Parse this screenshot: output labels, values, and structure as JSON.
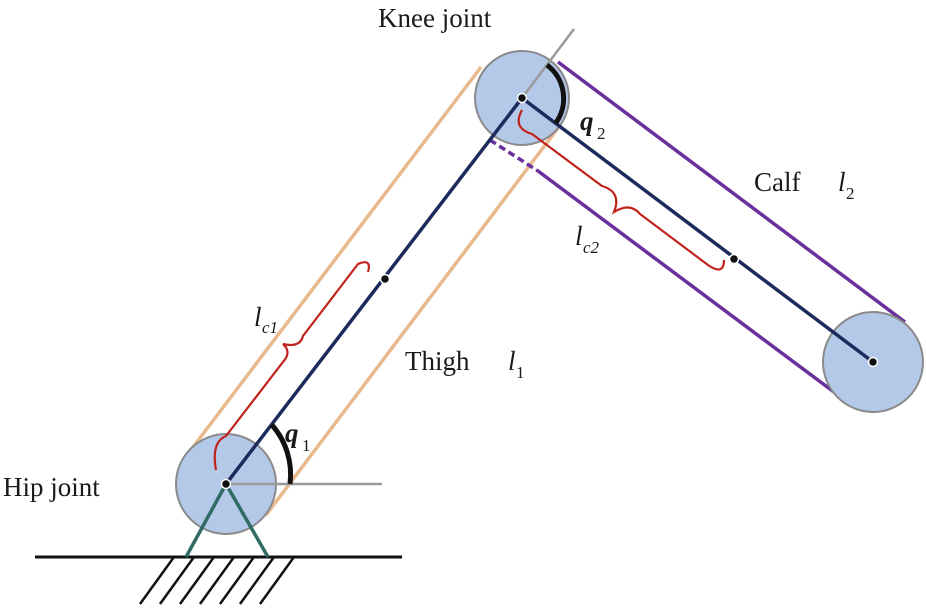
{
  "labels": {
    "knee_joint": "Knee joint",
    "hip_joint": "Hip joint",
    "thigh": "Thigh",
    "calf": "Calf",
    "l_symbol": "l",
    "q_symbol": "q",
    "sub_1": "1",
    "sub_2": "2",
    "sub_c1": "c1",
    "sub_c2": "c2"
  },
  "colors": {
    "link_axis": "#1c2a5c",
    "thigh_outline": "#e8b98c",
    "calf_outline": "#6a2f9a",
    "com_bracket": "#c0231b",
    "joint_fill": "#b4c8e8",
    "joint_stroke": "#8a8a8a",
    "reference_line": "#9a9a9a",
    "base": "#2f6b64",
    "ground": "#111111"
  }
}
